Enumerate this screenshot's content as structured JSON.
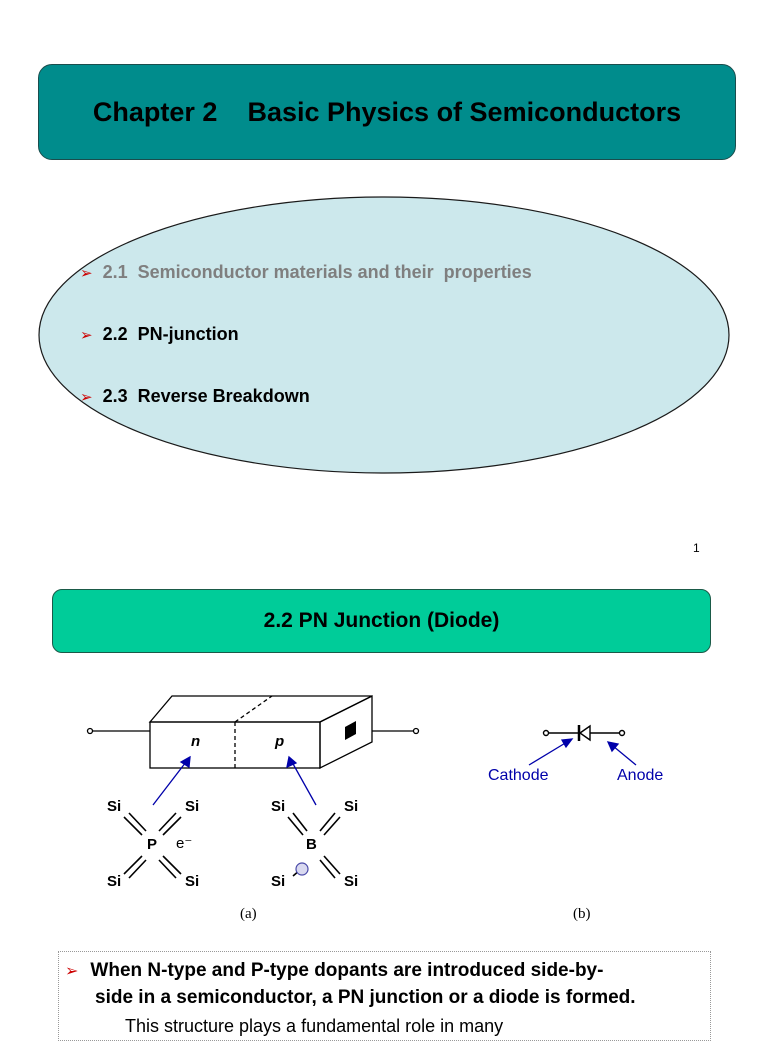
{
  "slide1": {
    "title": "Chapter 2    Basic Physics of Semiconductors",
    "items": [
      {
        "label": "2.1  Semiconductor materials and their  properties"
      },
      {
        "label": "2.2  PN-junction"
      },
      {
        "label": "2.3  Reverse Breakdown"
      }
    ],
    "bullet_glyph": "➢",
    "page_number": "1"
  },
  "slide2": {
    "title": "2.2 PN Junction (Diode)",
    "diagram_a": {
      "n_label": "n",
      "p_label": "p",
      "donor": {
        "center": "P",
        "neighbors": [
          "Si",
          "Si",
          "Si",
          "Si"
        ],
        "electron": "e⁻"
      },
      "acceptor": {
        "center": "B",
        "neighbors": [
          "Si",
          "Si",
          "Si",
          "Si"
        ]
      },
      "caption": "(a)"
    },
    "diagram_b": {
      "cathode_label": "Cathode",
      "anode_label": "Anode",
      "caption": "(b)"
    },
    "text_lines": [
      "When N-type and P-type dopants are introduced side-by-",
      "side in a semiconductor, a PN junction or a diode is formed.",
      "This structure plays a fundamental role in many"
    ]
  },
  "colors": {
    "title_bg": "#008c8c",
    "ellipse_fill": "#cce8ec",
    "section_bg": "#00cc99",
    "bullet": "#cc0000",
    "diagram_blue": "#0000aa",
    "muted_text": "#7f7f7f"
  }
}
